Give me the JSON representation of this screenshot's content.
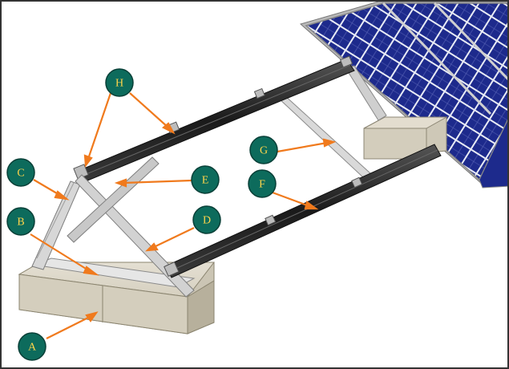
{
  "colors": {
    "callout_fill": "#0d6b5c",
    "callout_text": "#ffd54a",
    "arrow": "#f07a1d",
    "rail": "#2b2b2b",
    "strut": "#c9c9c9",
    "ballast": "#cfc9b8",
    "panel_cell": "#1c2b8f",
    "panel_frame": "#9a9a9a"
  },
  "callouts": [
    {
      "id": "A",
      "label": "A"
    },
    {
      "id": "B",
      "label": "B"
    },
    {
      "id": "C",
      "label": "C"
    },
    {
      "id": "D",
      "label": "D"
    },
    {
      "id": "E",
      "label": "E"
    },
    {
      "id": "F",
      "label": "F"
    },
    {
      "id": "G",
      "label": "G"
    },
    {
      "id": "H",
      "label": "H"
    }
  ]
}
